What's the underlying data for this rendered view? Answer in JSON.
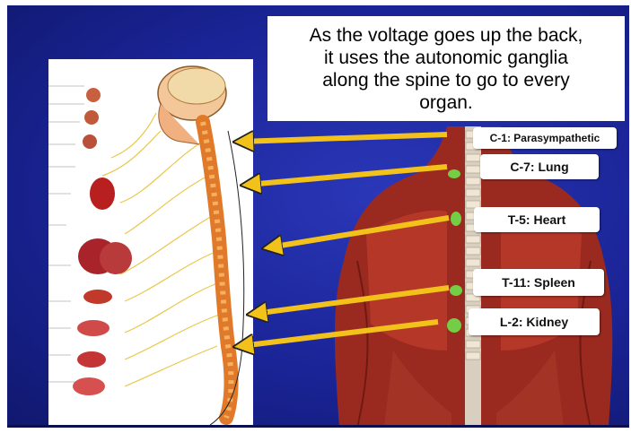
{
  "title_lines": [
    "As the voltage goes up the back,",
    "it uses the autonomic ganglia",
    "along the spine to go to every",
    "organ."
  ],
  "labels": [
    {
      "text": "C-1:  Parasympathetic"
    },
    {
      "text": "C-7:  Lung"
    },
    {
      "text": "T-5:  Heart"
    },
    {
      "text": "T-11: Spleen"
    },
    {
      "text": "L-2:  Kidney"
    }
  ],
  "colors": {
    "slide_background": "#1a2496",
    "arrow": "#f2c21a",
    "highlight": "#6fe04a",
    "spine": "#e07a2a"
  },
  "icons": [
    "nervous-system-chart",
    "back-muscle-anatomy"
  ]
}
